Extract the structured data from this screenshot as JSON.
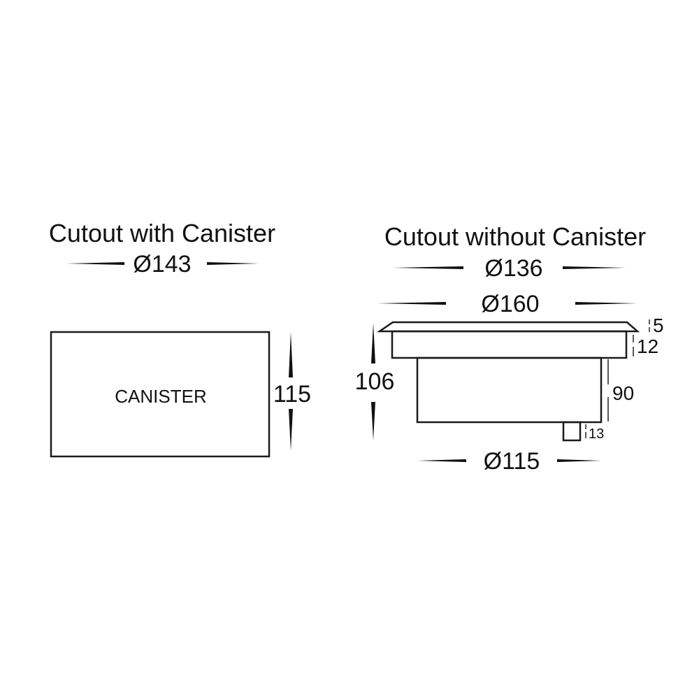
{
  "left_view": {
    "title": "Cutout with Canister",
    "cutout_diameter": "Ø143",
    "canister_label": "CANISTER",
    "height": "115"
  },
  "right_view": {
    "title": "Cutout without Canister",
    "cutout_diameter": "Ø136",
    "flange_diameter": "Ø160",
    "body_diameter": "Ø115",
    "overall_height": "106",
    "flange_height": "5",
    "rim_height": "12",
    "body_height": "90",
    "gland_height": "13"
  }
}
